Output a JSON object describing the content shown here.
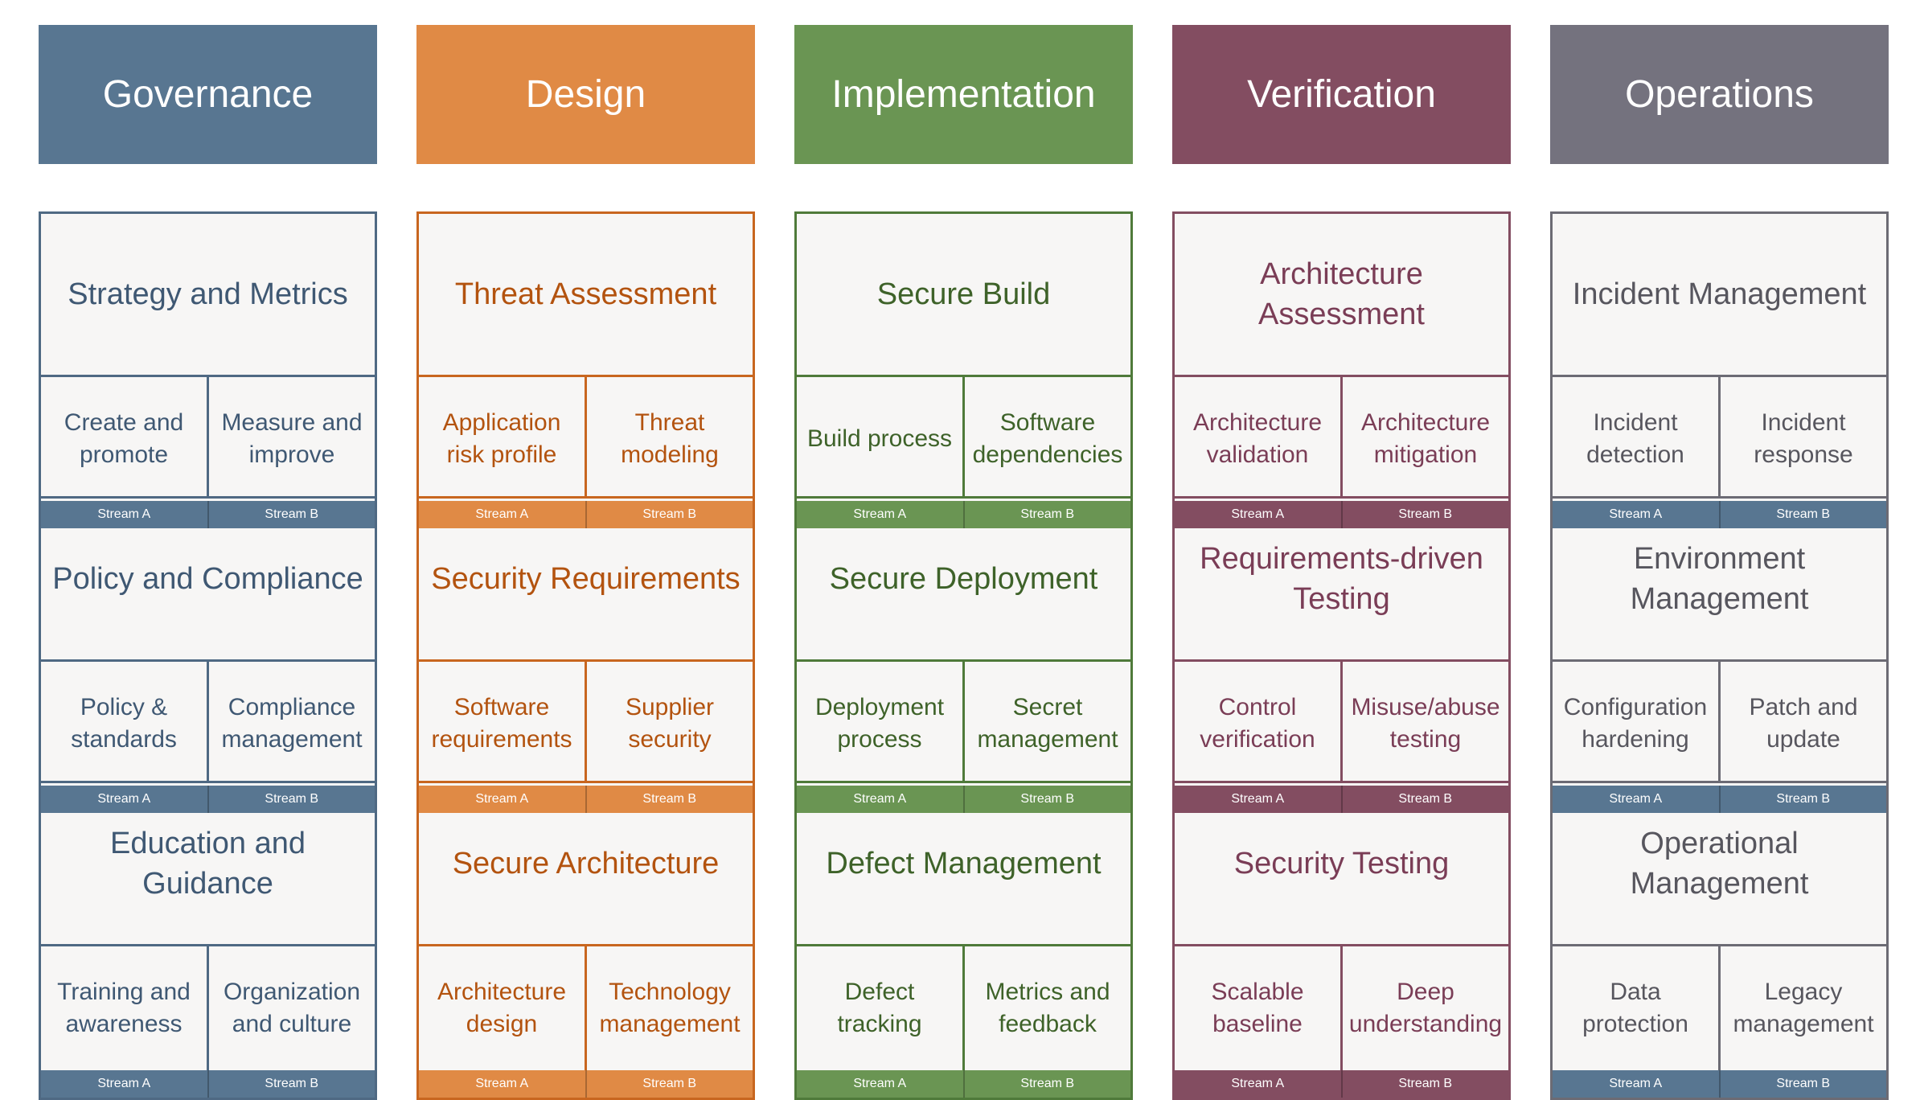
{
  "stream_labels": [
    "Stream A",
    "Stream B"
  ],
  "functions": [
    {
      "name": "Governance",
      "color": "#587691",
      "text_color": "#3f5873",
      "border_color": "#4f6983",
      "bar_color": "#587691",
      "practices": [
        {
          "title": "Strategy and Metrics",
          "streams": [
            "Create and promote",
            "Measure and improve"
          ]
        },
        {
          "title": "Policy and Compliance",
          "streams": [
            "Policy & standards",
            "Compliance management"
          ]
        },
        {
          "title": "Education and Guidance",
          "streams": [
            "Training and awareness",
            "Organization and culture"
          ]
        }
      ]
    },
    {
      "name": "Design",
      "color": "#e08a45",
      "text_color": "#b3530f",
      "border_color": "#c8661f",
      "bar_color": "#e08a45",
      "practices": [
        {
          "title": "Threat Assessment",
          "streams": [
            "Application risk profile",
            "Threat modeling"
          ]
        },
        {
          "title": "Security Requirements",
          "streams": [
            "Software requirements",
            "Supplier security"
          ]
        },
        {
          "title": "Secure Architecture",
          "streams": [
            "Architecture design",
            "Technology management"
          ]
        }
      ]
    },
    {
      "name": "Implementation",
      "color": "#6a9553",
      "text_color": "#3e6229",
      "border_color": "#4f7a3a",
      "bar_color": "#6a9553",
      "practices": [
        {
          "title": "Secure Build",
          "streams": [
            "Build process",
            "Software dependencies"
          ]
        },
        {
          "title": "Secure Deployment",
          "streams": [
            "Deployment process",
            "Secret management"
          ]
        },
        {
          "title": "Defect Management",
          "streams": [
            "Defect tracking",
            "Metrics and feedback"
          ]
        }
      ]
    },
    {
      "name": "Verification",
      "color": "#834d61",
      "text_color": "#7a3d56",
      "border_color": "#834d61",
      "bar_color": "#834d61",
      "practices": [
        {
          "title": "Architecture Assessment",
          "streams": [
            "Architecture validation",
            "Architecture mitigation"
          ]
        },
        {
          "title": "Requirements-driven Testing",
          "streams": [
            "Control verification",
            "Misuse/abuse testing"
          ]
        },
        {
          "title": "Security Testing",
          "streams": [
            "Scalable baseline",
            "Deep understanding"
          ]
        }
      ]
    },
    {
      "name": "Operations",
      "color": "#74727e",
      "text_color": "#57565e",
      "border_color": "#6c6b74",
      "bar_color": "#587691",
      "practices": [
        {
          "title": "Incident Management",
          "streams": [
            "Incident detection",
            "Incident response"
          ]
        },
        {
          "title": "Environment Management",
          "streams": [
            "Configuration hardening",
            "Patch and update"
          ]
        },
        {
          "title": "Operational Management",
          "streams": [
            "Data protection",
            "Legacy management"
          ]
        }
      ]
    }
  ]
}
